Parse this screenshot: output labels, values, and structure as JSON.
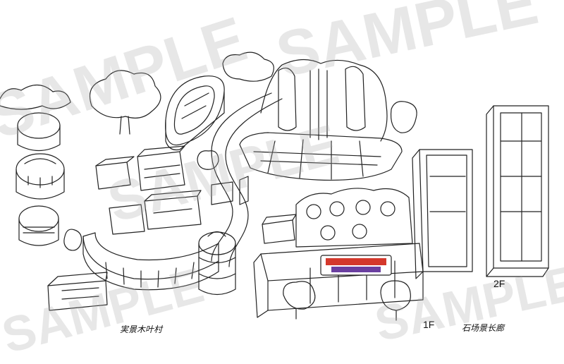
{
  "labels": {
    "floor_1": "1F",
    "floor_2": "2F",
    "village_caption": "実景木叶村",
    "corridor_caption": "石场景长廊"
  },
  "watermark": "SAMPLE",
  "colors": {
    "line": "#222222",
    "watermark": "#aaaaaa",
    "sign_red": "#d4382c",
    "sign_purple": "#6a3fa0"
  }
}
